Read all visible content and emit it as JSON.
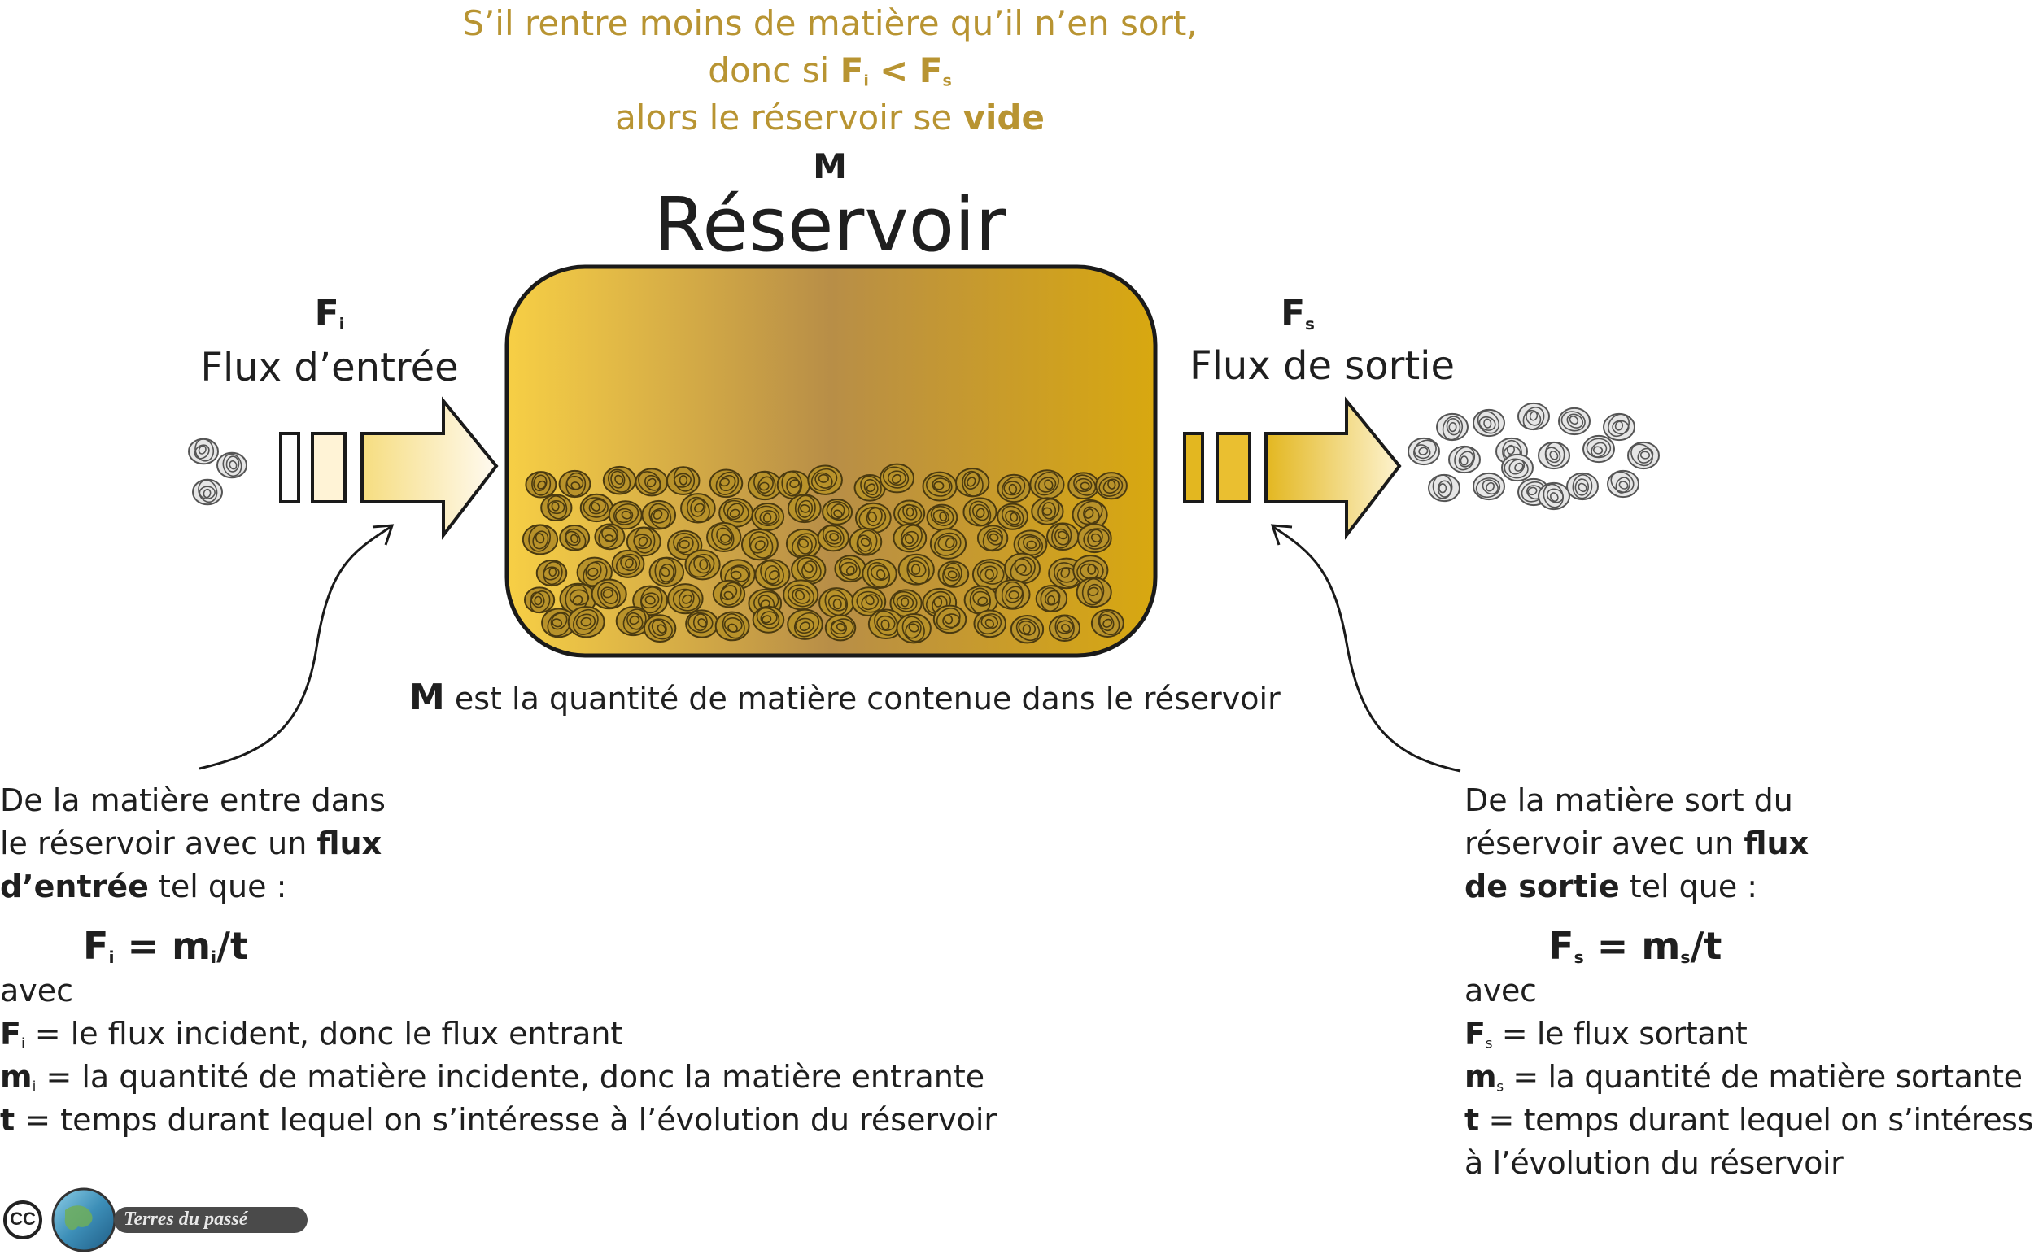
{
  "header": {
    "line1": "S’il rentre moins de matière qu’il n’en sort,",
    "line2_prefix": "donc si ",
    "line2_left_var": "F",
    "line2_left_sub": "i",
    "line2_op": "<",
    "line2_right_var": "F",
    "line2_right_sub": "s",
    "line3_prefix": "alors le réservoir se ",
    "line3_emph": "vide"
  },
  "reservoir": {
    "symbol": "M",
    "title": "Réservoir",
    "caption_symbol": "M",
    "caption_text": " est la quantité de matière contenue dans le réservoir"
  },
  "inflow": {
    "symbol": "F",
    "symbol_sub": "i",
    "label": "Flux d’entrée"
  },
  "outflow": {
    "symbol": "F",
    "symbol_sub": "s",
    "label": "Flux de sortie"
  },
  "left_text": {
    "line1": "De la matière entre dans",
    "line2_prefix": "le réservoir avec un ",
    "line2_emph": "flux",
    "line3_emph": "d’entrée",
    "line3_suffix": " tel que :",
    "eq_F": "F",
    "eq_F_sub": "i",
    "eq_mid": " = m",
    "eq_m_sub": "i",
    "eq_end": "/t",
    "avec": "avec",
    "def1_var": "F",
    "def1_sub": "i",
    "def1_text": " = le flux incident, donc le flux entrant",
    "def2_var": "m",
    "def2_sub": "i",
    "def2_text": " = la quantité de matière incidente, donc la matière entrante",
    "def3_var": "t",
    "def3_text": " = temps durant lequel on s’intéresse à l’évolution du réservoir"
  },
  "right_text": {
    "line1": "De la matière sort du",
    "line2_prefix": "réservoir avec un ",
    "line2_emph": "flux",
    "line3_emph": "de sortie",
    "line3_suffix": " tel que :",
    "eq_F": "F",
    "eq_F_sub": "s",
    "eq_mid": " = m",
    "eq_m_sub": "s",
    "eq_end": "/t",
    "avec": "avec",
    "def1_var": "F",
    "def1_sub": "s",
    "def1_text": " = le flux sortant",
    "def2_var": "m",
    "def2_sub": "s",
    "def2_text": " = la quantité de matière sortante",
    "def3_var": "t",
    "def3_text": " = temps durant lequel on s’intéresse",
    "def3_line2": "à l’évolution du réservoir"
  },
  "logo": {
    "cc": "CC",
    "brand": "Terres du passé"
  },
  "colors": {
    "gold_text": "#b89432",
    "tank_left": "#f7cf45",
    "tank_mid": "#b88e47",
    "tank_right": "#d8a810",
    "arrow_light": "#fff6d9",
    "arrow_gold": "#e3b720",
    "outline": "#1a1a1a"
  }
}
